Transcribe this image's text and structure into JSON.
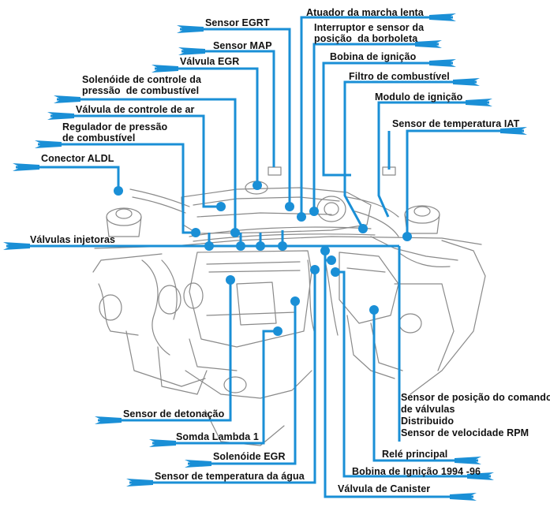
{
  "labels": {
    "sensor_egrt": "Sensor EGRT",
    "atuador_marcha_lenta": "Atuador da marcha lenta",
    "interruptor_borboleta": "Interruptor e sensor da\nposição  da borboleta",
    "sensor_map": "Sensor MAP",
    "bobina_ignicao": "Bobina de ignição",
    "valvula_egr": "Válvula EGR",
    "solenoide_pressao": "Solenóide de controle da\npressão  de combustível",
    "filtro_combustivel": "Filtro de combustível",
    "modulo_ignicao": "Modulo de ignição",
    "valvula_controle_ar": "Válvula de controle de ar",
    "regulador_pressao": "Regulador de pressão\nde combustível",
    "sensor_iat": "Sensor de temperatura IAT",
    "conector_aldl": "Conector ALDL",
    "valvulas_injetoras": "Válvulas injetoras",
    "sensor_comando_stack": "Sensor de posição do comando\nde válvulas\nDistribuido\nSensor de velocidade RPM",
    "sensor_detonacao": "Sensor de detonação",
    "sonda_lambda": "Somda Lambda 1",
    "rele_principal": "Relé principal",
    "solenoide_egr": "Solenóide EGR",
    "bobina_ignicao_9496": "Bobina de Ignição 1994 -96",
    "sensor_temp_agua": "Sensor de temperatura da água",
    "valvula_canister": "Válvula de Canister"
  },
  "colors": {
    "leader": "#1a8fd6",
    "text": "#111111",
    "sketch": "#8a8a8a"
  }
}
